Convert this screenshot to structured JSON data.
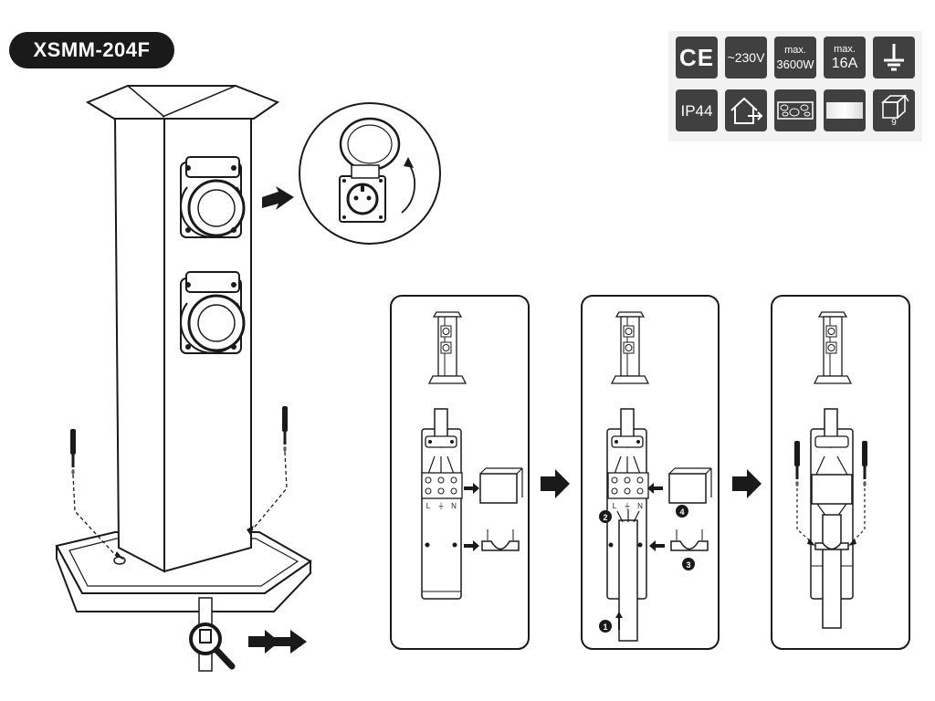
{
  "model": "XSMM-204F",
  "specs": [
    {
      "id": "ce",
      "icon": "ce-mark-icon",
      "label": "CE"
    },
    {
      "id": "voltage",
      "icon": "voltage-icon",
      "label": "~230V"
    },
    {
      "id": "power",
      "icon": "power-icon",
      "top": "max.",
      "label": "3600W"
    },
    {
      "id": "current",
      "icon": "current-icon",
      "top": "max.",
      "label": "16A"
    },
    {
      "id": "ground",
      "icon": "ground-symbol-icon",
      "label": ""
    },
    {
      "id": "ip",
      "icon": "ip-rating-icon",
      "label": "IP44"
    },
    {
      "id": "outdoor",
      "icon": "outdoor-house-icon",
      "label": ""
    },
    {
      "id": "material-1",
      "icon": "material-texture-icon",
      "label": ""
    },
    {
      "id": "material-2",
      "icon": "surface-texture-icon",
      "label": ""
    },
    {
      "id": "package",
      "icon": "package-box-icon",
      "label": "9"
    }
  ],
  "terminals": [
    "L",
    "⏚",
    "N"
  ],
  "steps": [
    "1",
    "2",
    "3",
    "4"
  ],
  "colors": {
    "dark": "#1a1a1a",
    "icon_bg": "#404040",
    "panel_bg": "#f2f2f2"
  }
}
